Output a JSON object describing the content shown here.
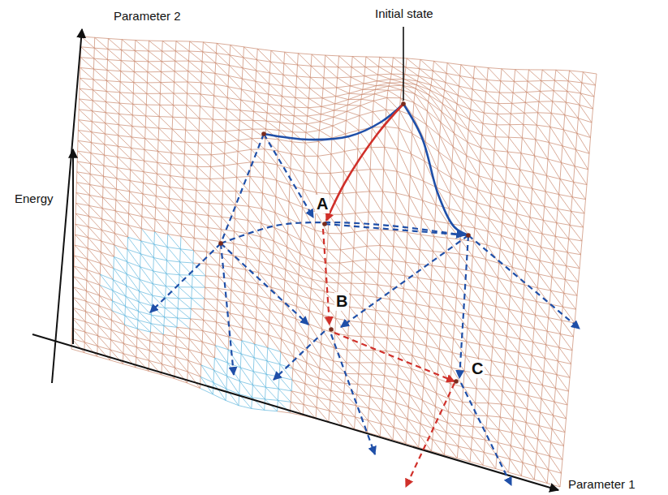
{
  "diagram": {
    "labels": [
      "Parameter 2",
      "Initial state",
      "Energy",
      "A",
      "B",
      "C",
      "Parameter 1"
    ]
  }
}
